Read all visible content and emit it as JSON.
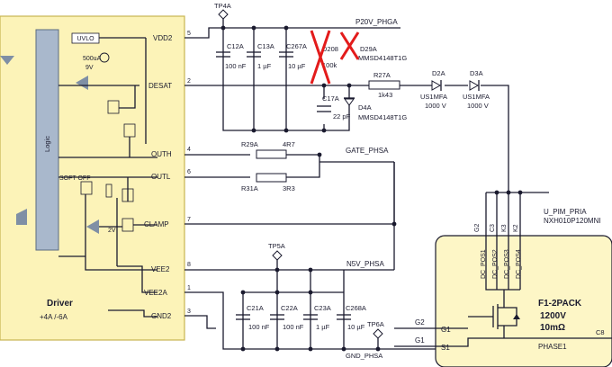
{
  "colors": {
    "driver_fill": "#fcf3b8",
    "driver_border": "#c8b550",
    "logic_fill": "#a9b8cc",
    "module_fill": "#fdf6c6",
    "wire": "#1a1a2e",
    "strike": "#e31b1b",
    "faded": "#8a8a8a"
  },
  "driver": {
    "logic_label": "Logic",
    "title": "Driver",
    "rating": "+4A /-6A",
    "uvlo": "UVLO",
    "current_source": "500uA",
    "desat_ref": "9V",
    "soft_off": "SOFT OFF",
    "clamp_ref": "2V",
    "pins": {
      "vdd2": {
        "num": "5",
        "name": "VDD2"
      },
      "desat": {
        "num": "2",
        "name": "DESAT"
      },
      "outh": {
        "num": "4",
        "name": "OUTH"
      },
      "outl": {
        "num": "6",
        "name": "OUTL"
      },
      "clamp": {
        "num": "7",
        "name": "CLAMP"
      },
      "vee2a": {
        "num": "8",
        "name": "VEE2"
      },
      "vee2b": {
        "num": "1",
        "name": "VEE2A"
      },
      "gnd2": {
        "num": "3",
        "name": "GND2"
      }
    }
  },
  "nets": {
    "tp4a": "TP4A",
    "p20v": "P20V_PHGA",
    "gate": "GATE_PHSA",
    "tp5a": "TP5A",
    "n5v": "N5V_PHSA",
    "tp6a": "TP6A",
    "gnd_phsa": "GND_PHSA",
    "g2": "G2",
    "g1": "G1",
    "s1": "S1",
    "phase1": "PHASE1",
    "c8": "C8"
  },
  "caps_top": [
    {
      "ref": "C12A",
      "value": "100 nF"
    },
    {
      "ref": "C13A",
      "value": "1 µF"
    },
    {
      "ref": "C267A",
      "value": "10 µF"
    }
  ],
  "removed_parts": [
    {
      "ref": "D208",
      "value": "100k"
    },
    {
      "ref": "D29A",
      "value": "MMSD4148T1G"
    }
  ],
  "desat_parts": {
    "c17a": {
      "ref": "C17A",
      "value": "22 pF"
    },
    "d4a": {
      "ref": "D4A",
      "value": "MMSD4148T1G"
    },
    "r27a": {
      "ref": "R27A",
      "value": "1k43"
    },
    "d2a": {
      "ref": "D2A",
      "part": "US1MFA",
      "rating": "1000 V"
    },
    "d3a": {
      "ref": "D3A",
      "part": "US1MFA",
      "rating": "1000 V"
    }
  },
  "gate_resistors": [
    {
      "ref": "R29A",
      "value": "4R7"
    },
    {
      "ref": "R31A",
      "value": "3R3"
    }
  ],
  "caps_bottom": [
    {
      "ref": "C21A",
      "value": "100 nF"
    },
    {
      "ref": "C22A",
      "value": "100 nF"
    },
    {
      "ref": "C23A",
      "value": "1 µF"
    },
    {
      "ref": "C268A",
      "value": "10 µF"
    }
  ],
  "module": {
    "ref": "U_PIM_PRIA",
    "part": "NXH010P120MNI",
    "name": "F1-2PACK",
    "voltage": "1200V",
    "rdson": "10mΩ",
    "top_pins": [
      "G2",
      "C3",
      "K3",
      "K2"
    ],
    "dc_pins": [
      "DC_POS1",
      "DC_POS2",
      "DC_POS3",
      "DC_POS4"
    ]
  }
}
